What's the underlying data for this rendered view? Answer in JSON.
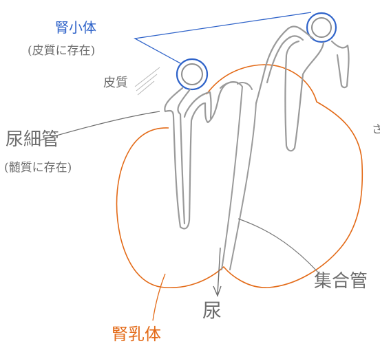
{
  "labels": {
    "glomerulus": "腎小体",
    "glomerulus_note": "(皮質に存在)",
    "cortex": "皮質",
    "tubule": "尿細管",
    "tubule_note": "(髄質に存在)",
    "collecting_duct": "集合管",
    "urine": "尿",
    "papilla": "腎乳体",
    "edge_mark": "さ"
  },
  "colors": {
    "glomerulus_blue": "#2f63c9",
    "papilla_orange": "#e36a17",
    "tubule_grey": "#9a9a9a",
    "text_grey": "#6d6d6d"
  }
}
